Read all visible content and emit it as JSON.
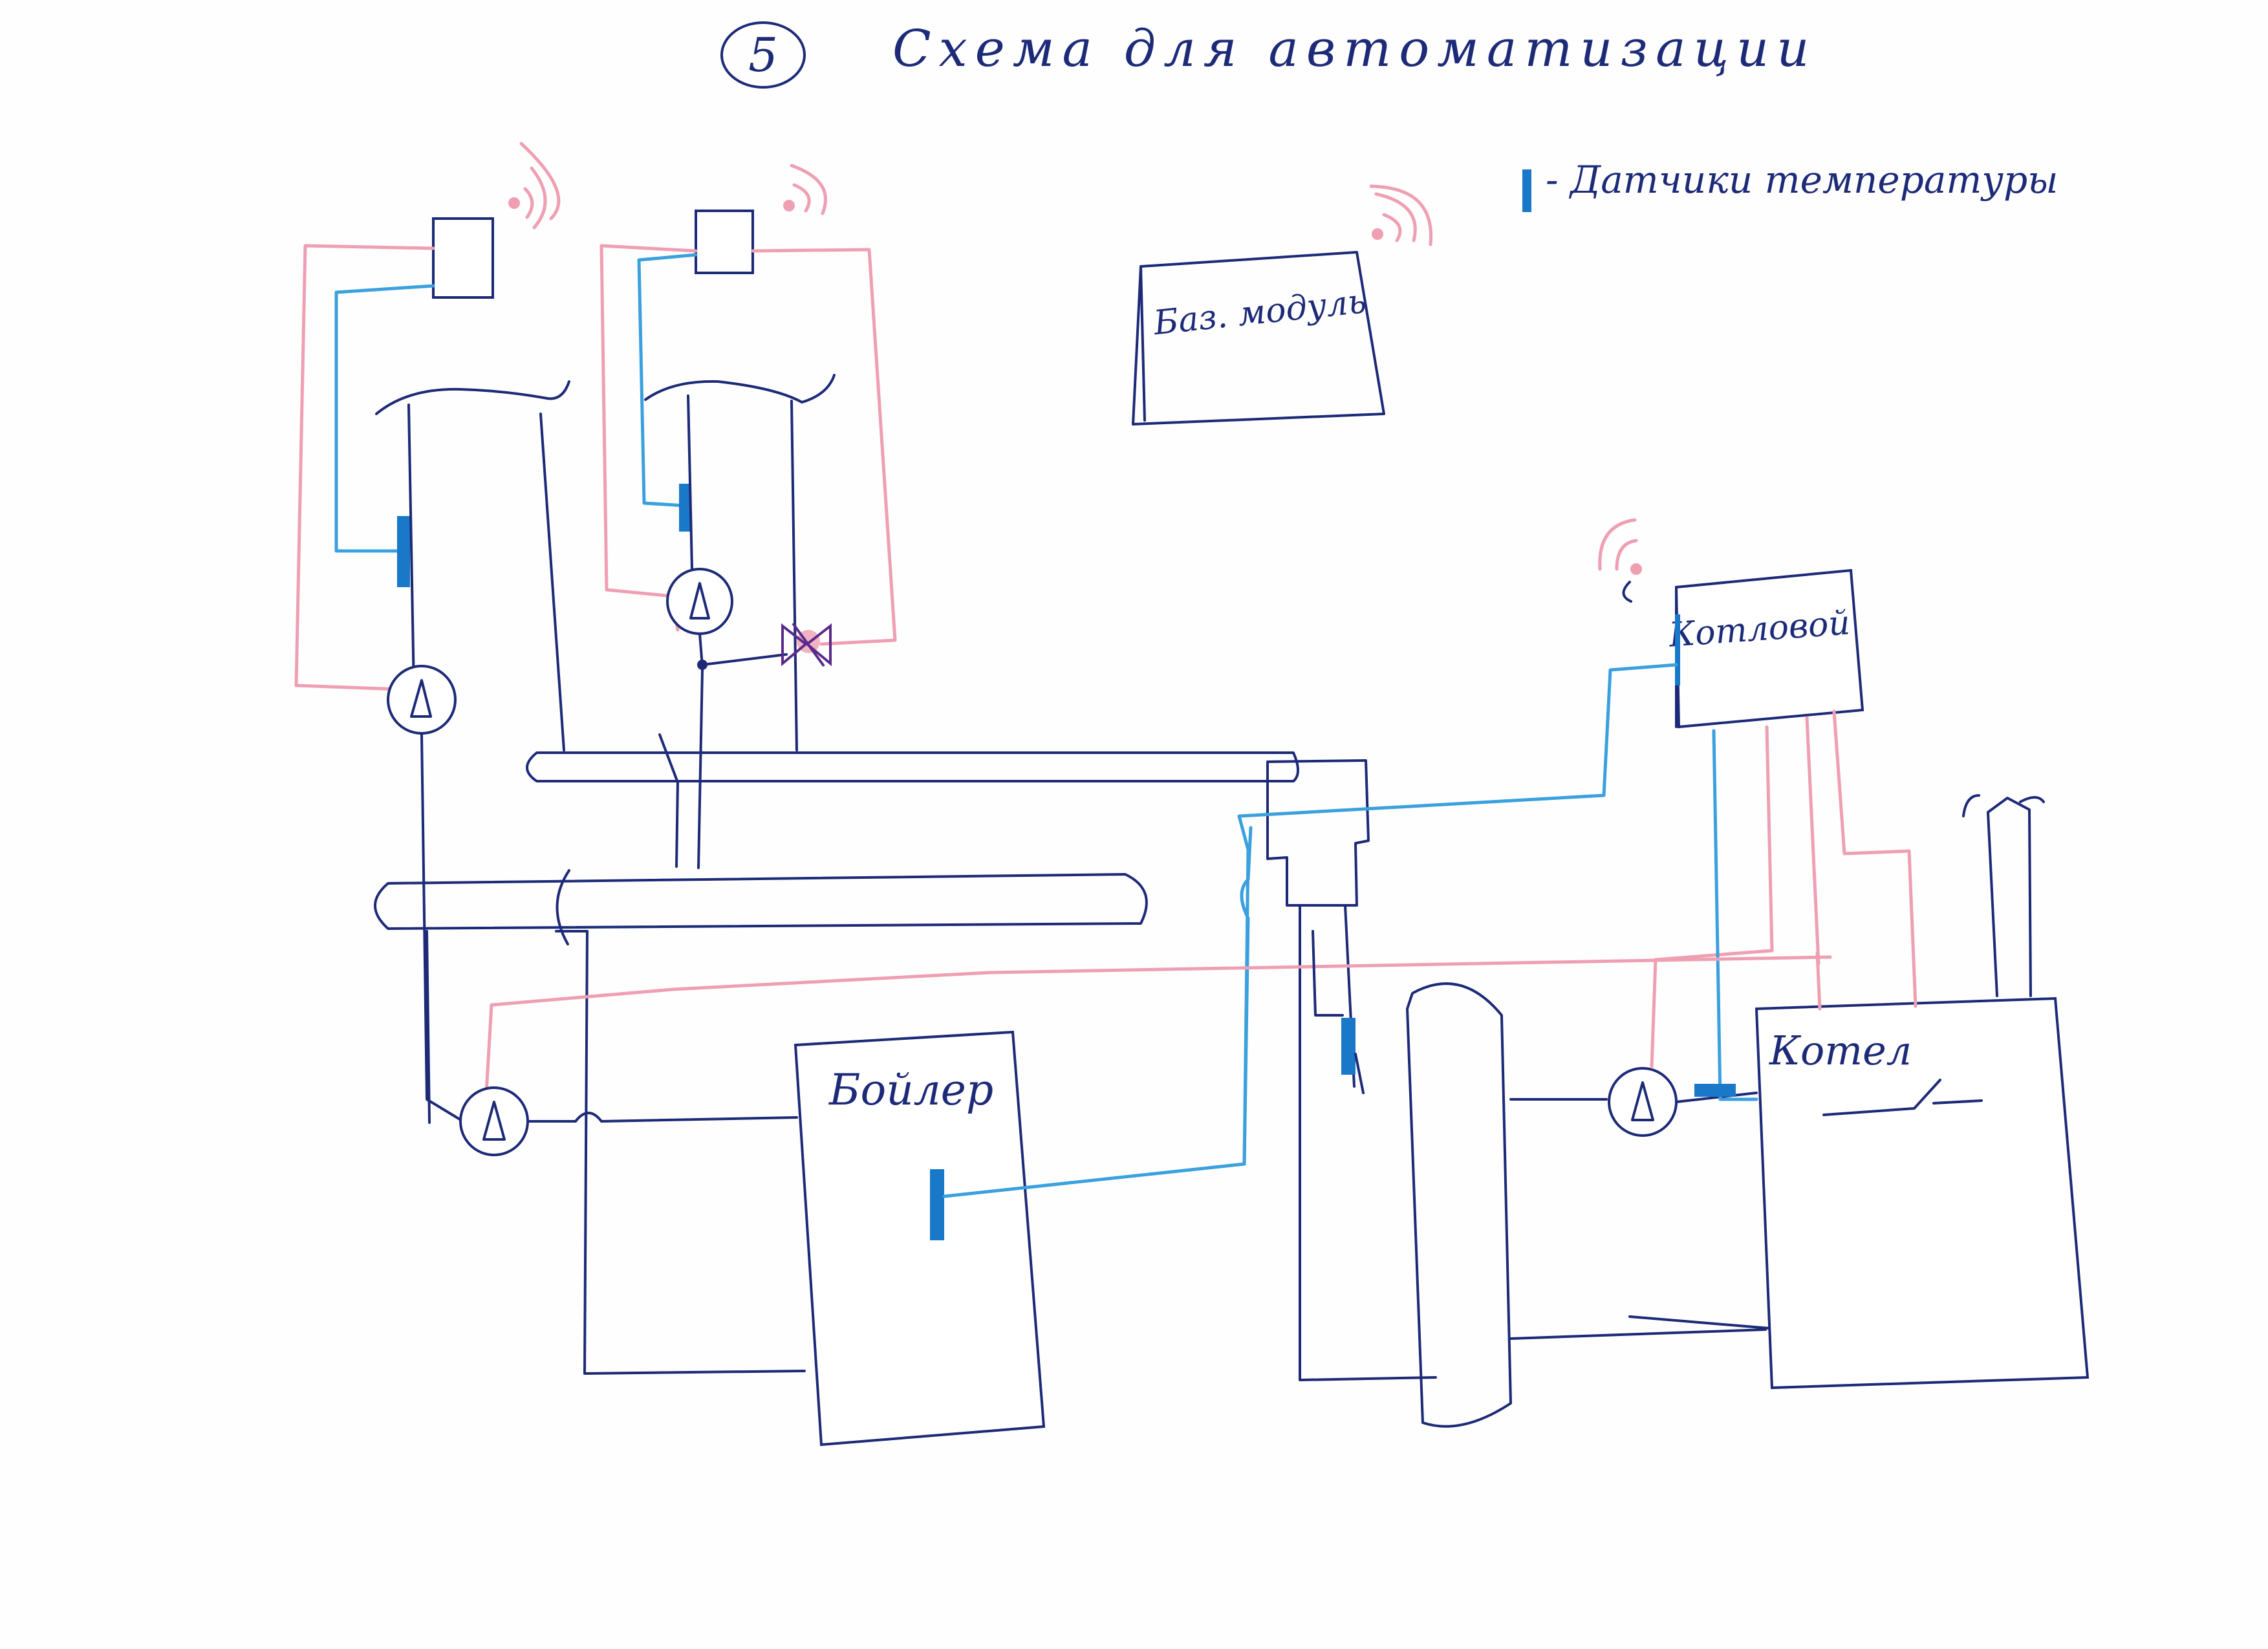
{
  "title": {
    "number": "5",
    "text": "Схема для автоматизации"
  },
  "legend": {
    "sensor_text": "- Датчики температуры"
  },
  "components": {
    "base_module": "Баз. модуль",
    "boiler_controller": "Котловой",
    "water_heater": "Бойлер",
    "heating_boiler": "Котел"
  },
  "colors": {
    "ink": "#1c2a78",
    "supply_line": "#ef9fb2",
    "sensor_line": "#3aa0de",
    "sensor": "#1a78c8",
    "paper": "#fefefe"
  },
  "icons": {
    "wireless": "wireless-signal-icon",
    "pump": "circulation-pump-icon",
    "valve": "mixing-valve-icon",
    "sensor": "temperature-sensor-icon"
  }
}
